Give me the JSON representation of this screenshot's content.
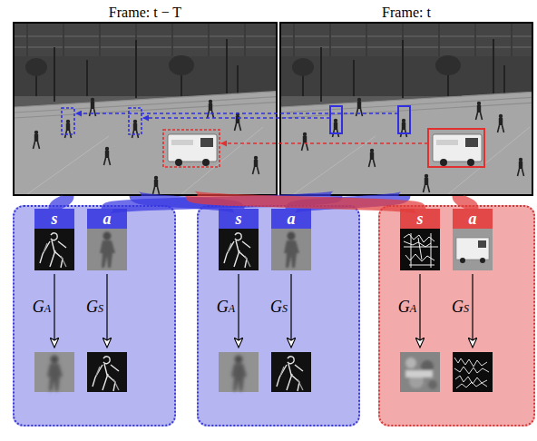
{
  "diagram": {
    "nodes": [
      {
        "text": [
          "Frame: t − T"
        ]
      },
      {
        "text": [
          "Frame: t"
        ]
      },
      {
        "text": [
          "GA",
          "GS"
        ]
      },
      {
        "text": [
          "s"
        ],
        "in": 2
      },
      {
        "text": [
          "a"
        ],
        "in": 2
      },
      {
        "text": [
          "GA",
          "GS"
        ]
      },
      {
        "text": [
          "s"
        ],
        "in": 5
      },
      {
        "text": [
          "a"
        ],
        "in": 5
      },
      {
        "text": [
          "GA",
          "GS"
        ]
      },
      {
        "text": [
          "s"
        ],
        "in": 8
      },
      {
        "text": [
          "a"
        ],
        "in": 8
      }
    ],
    "edges": [
      {
        "from": 0,
        "to": 3,
        "arrow": "none"
      },
      {
        "from": 1,
        "to": 4,
        "arrow": "none"
      },
      {
        "from": 0,
        "to": 6,
        "arrow": "none"
      },
      {
        "from": 1,
        "to": 7,
        "arrow": "none"
      },
      {
        "from": 0,
        "to": 9,
        "arrow": "none"
      },
      {
        "from": 1,
        "to": 10,
        "arrow": "none"
      }
    ]
  }
}
